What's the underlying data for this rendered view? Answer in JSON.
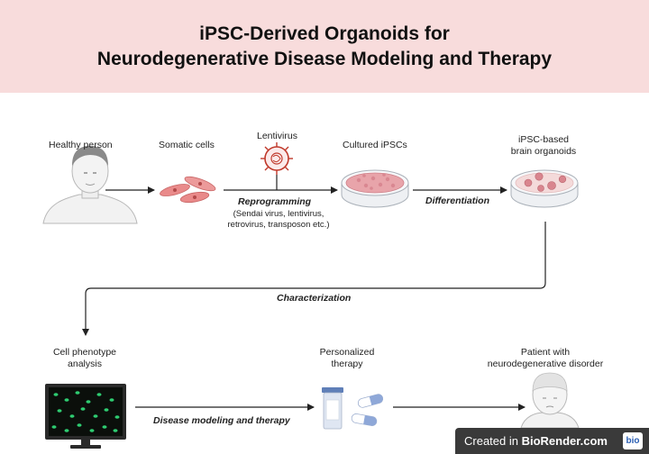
{
  "title": {
    "line1": "iPSC-Derived Organoids for",
    "line2": "Neurodegenerative Disease Modeling and Therapy"
  },
  "labels": {
    "healthy_person": "Healthy person",
    "somatic_cells": "Somatic cells",
    "lentivirus": "Lentivirus",
    "cultured_ipscs": "Cultured iPSCs",
    "organoids_line1": "iPSC-based",
    "organoids_line2": "brain organoids",
    "cell_phenotype_line1": "Cell phenotype",
    "cell_phenotype_line2": "analysis",
    "personalized_line1": "Personalized",
    "personalized_line2": "therapy",
    "patient_line1": "Patient with",
    "patient_line2": "neurodegenerative disorder"
  },
  "steps": {
    "reprogramming": "Reprogramming",
    "reprogramming_note_line1": "(Sendai virus, lentivirus,",
    "reprogramming_note_line2": "retrovirus, transposon etc.)",
    "differentiation": "Differentiation",
    "characterization": "Characterization",
    "disease_modeling": "Disease modeling and therapy"
  },
  "badge": {
    "prefix": "Created in ",
    "brand": "BioRender.com",
    "logo": "bio"
  },
  "colors": {
    "header_bg": "#f8dcdc",
    "cell_pink": "#e98a8a",
    "virus_red": "#c0392b",
    "organoid_pink": "#d9858e",
    "screen_green": "#2ecc71",
    "pill_blue": "#8fa8d8"
  }
}
